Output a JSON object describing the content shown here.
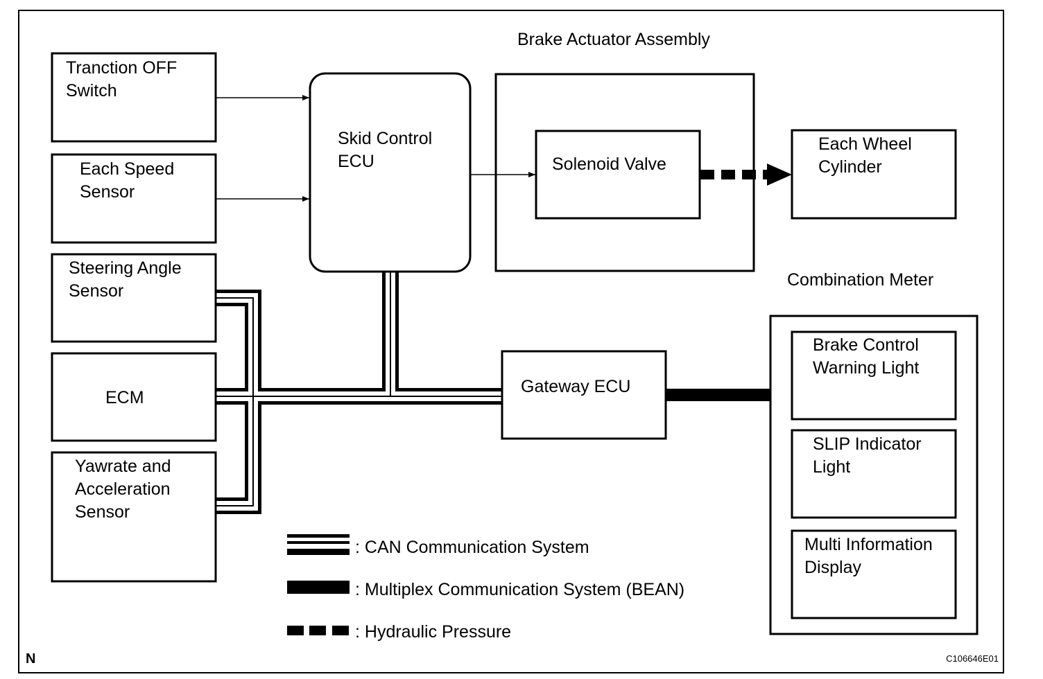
{
  "blocks": {
    "traction_off_switch": [
      "Tranction OFF",
      "Switch"
    ],
    "each_speed_sensor": [
      "Each Speed",
      "Sensor"
    ],
    "steering_angle_sensor": [
      "Steering Angle",
      "Sensor"
    ],
    "ecm": [
      "ECM"
    ],
    "yawrate_sensor": [
      "Yawrate and",
      "Acceleration",
      "Sensor"
    ],
    "skid_control_ecu": [
      "Skid Control",
      "ECU"
    ],
    "solenoid_valve": [
      "Solenoid Valve"
    ],
    "each_wheel_cylinder": [
      "Each Wheel",
      "Cylinder"
    ],
    "gateway_ecu": [
      "Gateway ECU"
    ],
    "brake_control_warning_light": [
      "Brake Control",
      "Warning Light"
    ],
    "slip_indicator_light": [
      "SLIP Indicator",
      "Light"
    ],
    "multi_information_display": [
      "Multi Information",
      "Display"
    ]
  },
  "groups": {
    "brake_actuator_assembly": "Brake Actuator Assembly",
    "combination_meter": "Combination Meter"
  },
  "legend": {
    "can": ": CAN Communication System",
    "bean": ": Multiplex Communication System (BEAN)",
    "hydraulic": ": Hydraulic Pressure"
  },
  "footer": {
    "corner_mark": "N",
    "figure_code": "C106646E01"
  }
}
